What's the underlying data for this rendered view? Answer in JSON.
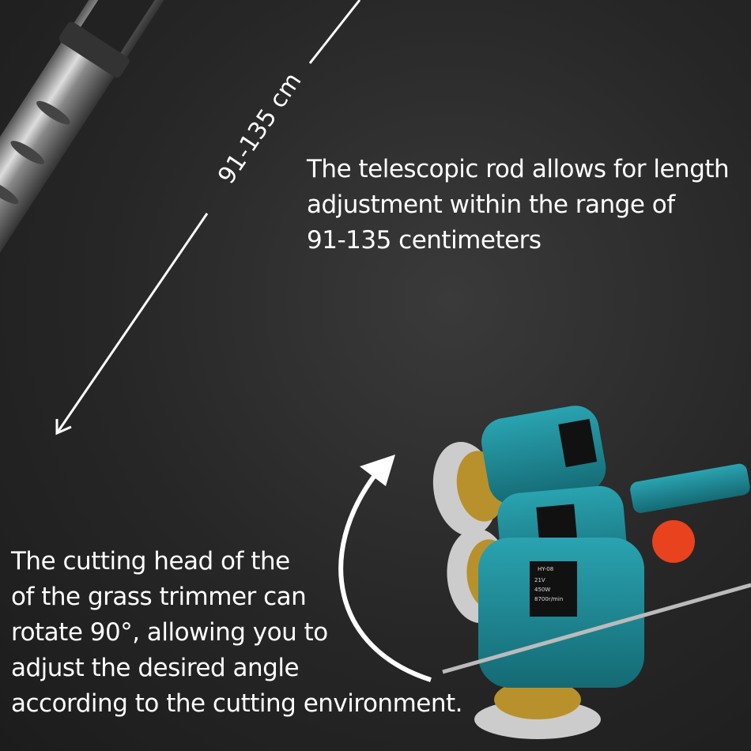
{
  "length_label": "91-135 cm",
  "rod_description": [
    "The telescopic rod allows for length",
    "adjustment within the range of",
    "91-135 centimeters"
  ],
  "head_description": [
    "The cutting head of the",
    "of the grass trimmer can",
    "rotate 90°, allowing you to",
    "adjust the desired angle",
    "according to the cutting environment."
  ],
  "product_label": {
    "model": "HY-08",
    "voltage": "21V",
    "power": "450W",
    "speed": "8700r/min"
  },
  "colors": {
    "body": "#1e8a96",
    "button": "#e8421f",
    "text": "#ffffff"
  }
}
